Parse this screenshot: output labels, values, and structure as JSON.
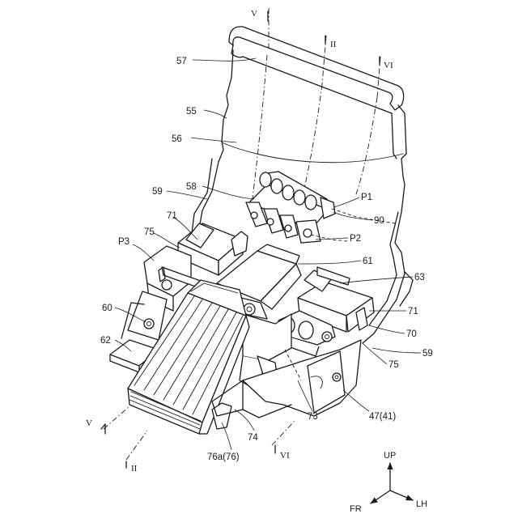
{
  "labels": {
    "l57": "57",
    "l55": "55",
    "l56": "56",
    "l58": "58",
    "l59a": "59",
    "lP1": "P1",
    "l90": "90",
    "l71a": "71",
    "l75a": "75",
    "lP2": "P2",
    "lP3": "P3",
    "l61": "61",
    "l63": "63",
    "l60": "60",
    "l71b": "71",
    "l70": "70",
    "l62": "62",
    "l59b": "59",
    "l75b": "75",
    "l47": "47(41)",
    "l73": "73",
    "l74": "74",
    "l76a": "76a(76)"
  },
  "sections": {
    "v_top": "V",
    "ii_top": "II",
    "vi_top": "VI",
    "v_bottom": "V",
    "ii_bottom": "II",
    "vi_bottom": "VI"
  },
  "axes": {
    "up": "UP",
    "fr": "FR",
    "lh": "LH"
  }
}
